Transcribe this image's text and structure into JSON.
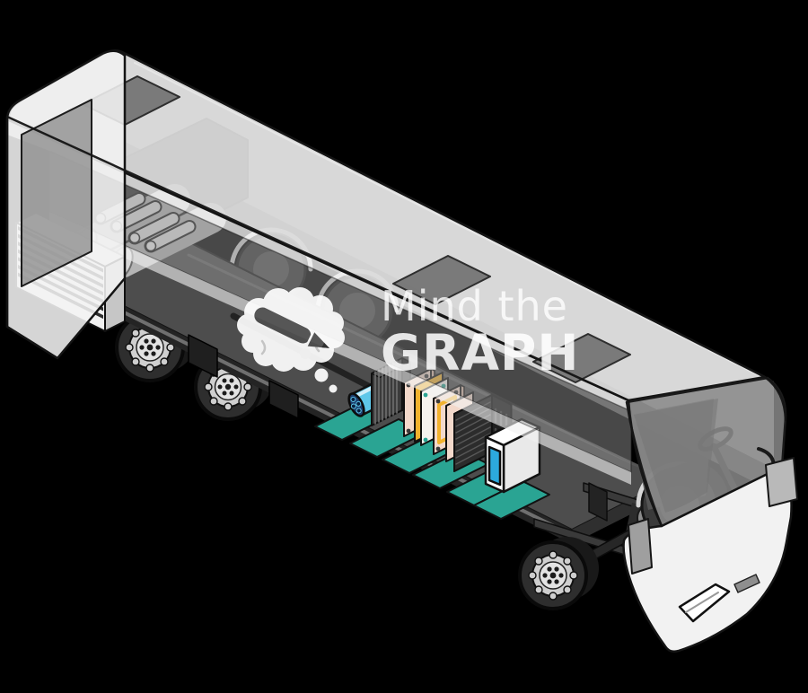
{
  "watermark": {
    "line1": "Mind the",
    "line2": "GRAPH",
    "logo": "brain-cloud-with-pencil",
    "bubble_count": 2,
    "text_color": "#ffffff",
    "pencil_color": "#4f4f4f"
  },
  "scene": {
    "description": "Isometric cutaway illustration of a transparent city bus revealing chassis, wheels and fuel-cell powertrain components",
    "background_color": "#000000",
    "outline_color": "#141414"
  },
  "bus": {
    "body_color": "#f2f2f2",
    "roof_color": "#dcdcdc",
    "window_tint_color": "#8f8f8f",
    "hatch_color": "#6a6a6a",
    "roof_hatches": 3,
    "rear_windows": 1,
    "windshields": 1,
    "headlight_color": "#ffffff",
    "mirrors": 2,
    "near_side_wheels": 3,
    "far_side_wheel_arches": 3
  },
  "powertrain": {
    "deck_color": "#4d4d4d",
    "mount_pad_color": "#2aa493",
    "mount_pads": 6,
    "radiator": {
      "color": "#f1f1f1",
      "slat_color": "#2e2e2e",
      "slats": 7
    },
    "gas_cylinders": {
      "count": 2,
      "color": "#b5b5b5"
    },
    "battery_modules": {
      "count": 4,
      "color": "#e2e2e2"
    },
    "motor": {
      "body_color": "#5ec7e9",
      "face_color": "#1d3f6e",
      "bolt_holes": 4
    },
    "end_plate": {
      "color": "#3b3b3b"
    },
    "membrane_plates": {
      "count": 3,
      "color": "#f3d9cb"
    },
    "gaskets": {
      "count": 2,
      "color": "#f2b22e"
    },
    "diffusion_plate": {
      "color": "#f6f3ee"
    },
    "stack_block": {
      "color": "#2c2c2c"
    },
    "converter_box": {
      "color": "#ffffff",
      "panel_color": "#2ca9dd"
    }
  }
}
